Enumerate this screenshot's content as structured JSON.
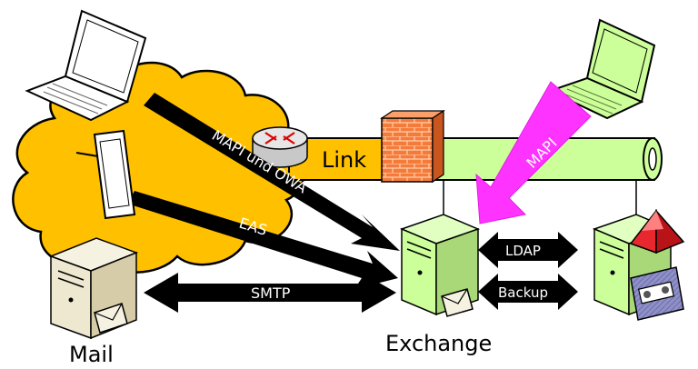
{
  "labels": {
    "mapi_owa": "MAPI und OWA",
    "eas": "EAS",
    "smtp": "SMTP",
    "link": "Link",
    "mapi": "MAPI",
    "ldap": "LDAP",
    "backup": "Backup",
    "mail": "Mail",
    "exchange": "Exchange"
  },
  "icons": {
    "laptop_left": "laptop-icon",
    "laptop_right": "laptop-icon",
    "tablet": "tablet-icon",
    "router": "router-icon",
    "firewall": "firewall-icon",
    "mail_server": "server-icon",
    "exchange_server": "server-icon",
    "backup_server": "server-icon",
    "tape": "tape-icon",
    "envelope": "envelope-icon"
  },
  "colors": {
    "cloud": "#FFC000",
    "tube": "#CCFF99",
    "link_tube": "#FFC000",
    "mapi_arrow": "#FF33FF",
    "server_green": "#CCFF99",
    "server_beige": "#EEE8D0",
    "laptop_green": "#CCFF99"
  }
}
